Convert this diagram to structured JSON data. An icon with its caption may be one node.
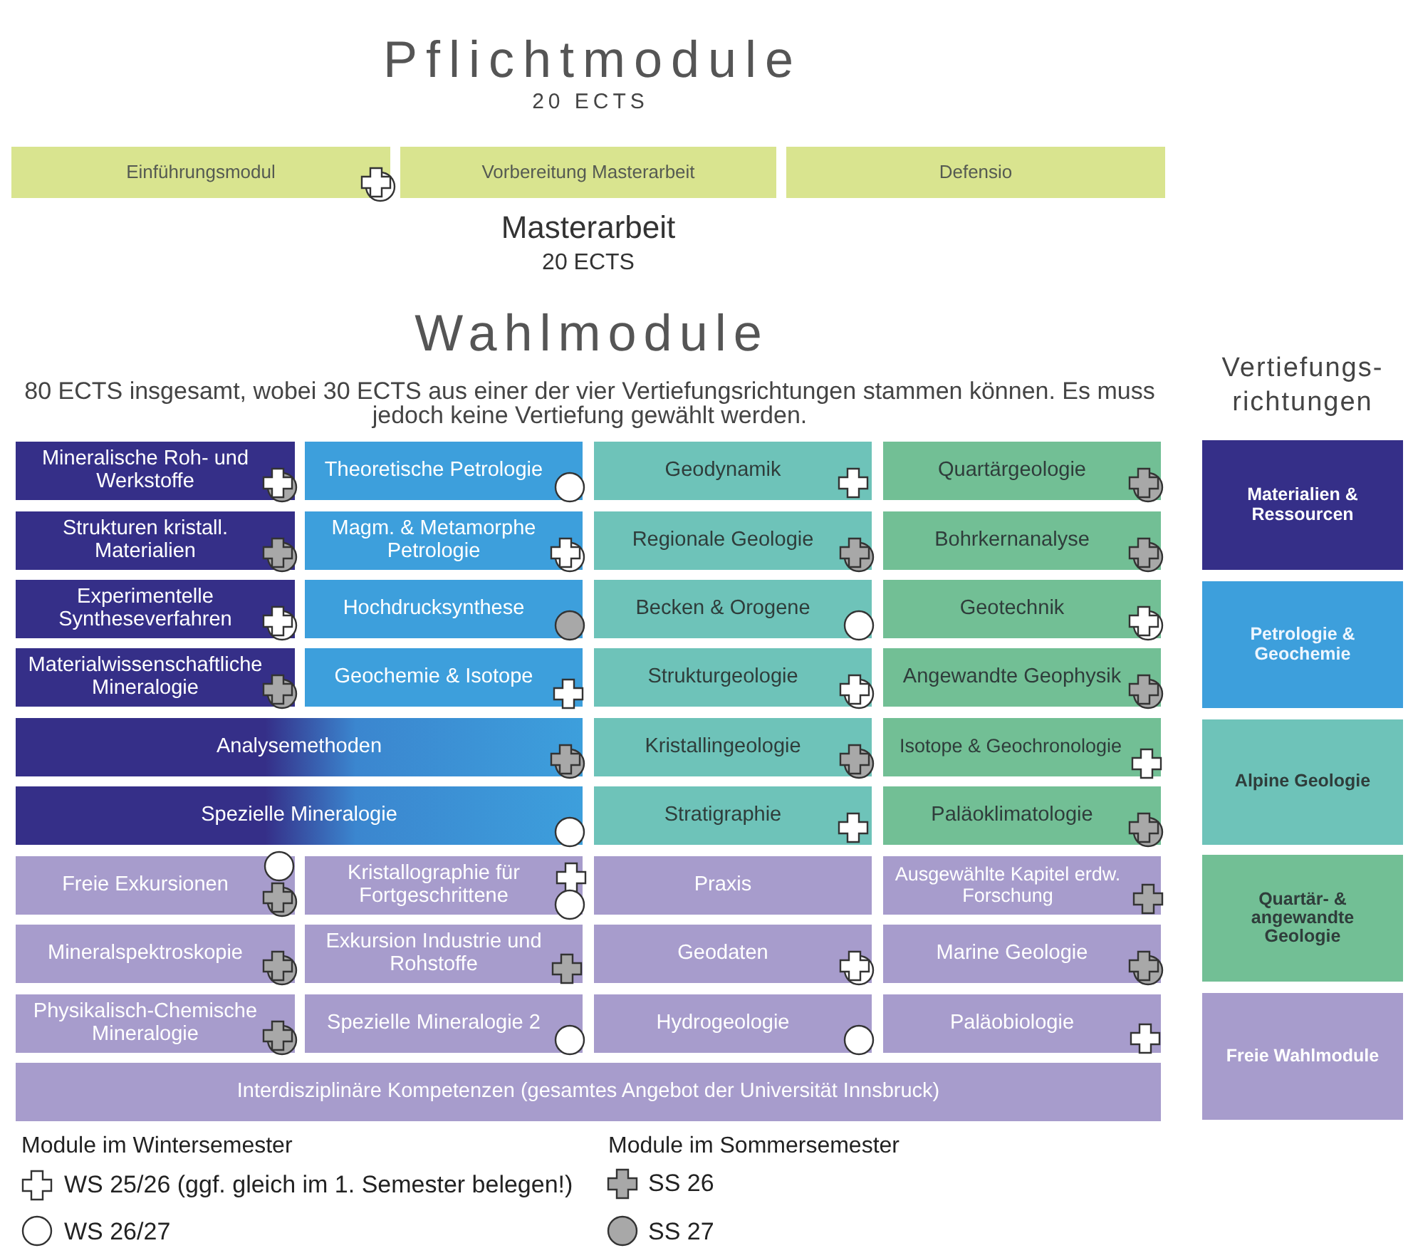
{
  "diagram": {
    "title": "Pflichtmodule",
    "nodes": [
      {
        "text": [
          "Einführungsmodul"
        ]
      },
      {
        "text": [
          "Vorbereitung Masterarbeit"
        ]
      },
      {
        "text": [
          "Defensio"
        ]
      },
      {
        "text": [
          "Mineralische Roh- und Werkstoffe"
        ]
      },
      {
        "text": [
          "Theoretische Petrologie"
        ]
      },
      {
        "text": [
          "Geodynamik"
        ]
      },
      {
        "text": [
          "Quartärgeologie"
        ]
      },
      {
        "text": [
          "Strukturen kristall. Materialien"
        ]
      },
      {
        "text": [
          "Magm. & Metamorphe Petrologie"
        ]
      },
      {
        "text": [
          "Regionale Geologie"
        ]
      },
      {
        "text": [
          "Bohrkernanalyse"
        ]
      },
      {
        "text": [
          "Experimentelle Syntheseverfahren"
        ]
      },
      {
        "text": [
          "Hochdrucksynthese"
        ]
      },
      {
        "text": [
          "Becken & Orogene"
        ]
      },
      {
        "text": [
          "Geotechnik"
        ]
      },
      {
        "text": [
          "Materialwissenschaftliche Mineralogie"
        ]
      },
      {
        "text": [
          "Geochemie & Isotope"
        ]
      },
      {
        "text": [
          "Strukturgeologie"
        ]
      },
      {
        "text": [
          "Angewandte Geophysik"
        ]
      },
      {
        "text": [
          "Analysemethoden"
        ]
      },
      {
        "text": [
          "Kristallingeologie"
        ]
      },
      {
        "text": [
          "Isotope & Geochronologie"
        ]
      },
      {
        "text": [
          "Spezielle Mineralogie"
        ]
      },
      {
        "text": [
          "Stratigraphie"
        ]
      },
      {
        "text": [
          "Paläoklimatologie"
        ]
      },
      {
        "text": [
          "Freie Exkursionen"
        ]
      },
      {
        "text": [
          "Kristallographie für Fortgeschrittene"
        ]
      },
      {
        "text": [
          "Praxis"
        ]
      },
      {
        "text": [
          "Ausgewählte Kapitel erdw. Forschung"
        ]
      },
      {
        "text": [
          "Mineralspektroskopie"
        ]
      },
      {
        "text": [
          "Exkursion Industrie und Rohstoffe"
        ]
      },
      {
        "text": [
          "Geodaten"
        ]
      },
      {
        "text": [
          "Marine Geologie"
        ]
      },
      {
        "text": [
          "Physikalisch-Chemische Mineralogie"
        ]
      },
      {
        "text": [
          "Spezielle Mineralogie 2"
        ]
      },
      {
        "text": [
          "Hydrogeologie"
        ]
      },
      {
        "text": [
          "Paläobiologie"
        ]
      },
      {
        "text": [
          "Interdisziplinäre Kompetenzen (gesamtes Angebot der Universität Innsbruck)"
        ]
      },
      {
        "text": [
          "Materialien & Ressourcen"
        ]
      },
      {
        "text": [
          "Petrologie & Geochemie"
        ]
      },
      {
        "text": [
          "Alpine Geologie"
        ]
      },
      {
        "text": [
          "Quartär- & angewandte Geologie"
        ]
      },
      {
        "text": [
          "Freie Wahlmodule"
        ]
      }
    ],
    "labels": [
      "20 ECTS",
      "Masterarbeit",
      "20 ECTS",
      "Wahlmodule",
      "Vertiefungs- richtungen",
      "80 ECTS insgesamt, wobei 30 ECTS aus einer der vier Vertiefungsrichtungen stammen können. Es muss jedoch keine Vertiefung gewählt werden.",
      "Module im Wintersemester",
      "Module im Sommersemester"
    ],
    "legend": [
      {
        "text": "WS 25/26 (ggf. gleich im 1. Semester belegen!)"
      },
      {
        "text": "WS 26/27"
      },
      {
        "text": "SS 26"
      },
      {
        "text": "SS 27"
      }
    ]
  }
}
